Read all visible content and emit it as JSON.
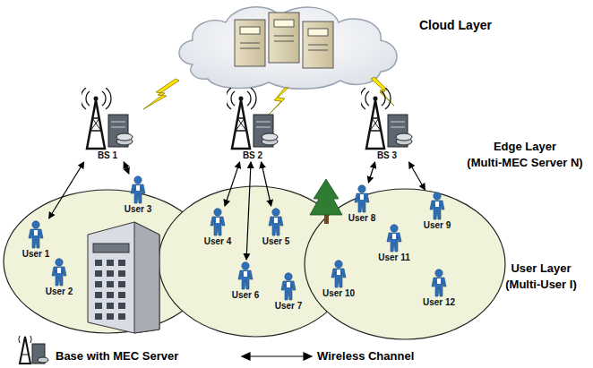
{
  "diagram": {
    "nodes": [
      {
        "text": [
          "BS 1"
        ]
      },
      {
        "text": [
          "BS 2"
        ]
      },
      {
        "text": [
          "BS 3"
        ]
      },
      {
        "text": [
          "User 1"
        ]
      },
      {
        "text": [
          "User 2"
        ]
      },
      {
        "text": [
          "User 3"
        ]
      },
      {
        "text": [
          "User 4"
        ]
      },
      {
        "text": [
          "User 5"
        ]
      },
      {
        "text": [
          "User 6"
        ]
      },
      {
        "text": [
          "User 7"
        ]
      },
      {
        "text": [
          "User 8"
        ]
      },
      {
        "text": [
          "User 9"
        ]
      },
      {
        "text": [
          "User 10"
        ]
      },
      {
        "text": [
          "User 11"
        ]
      },
      {
        "text": [
          "User 12"
        ]
      }
    ],
    "edges": [
      {
        "from": 0,
        "to": 3,
        "arrow": "both"
      },
      {
        "from": 0,
        "to": 5,
        "arrow": "both"
      },
      {
        "from": 1,
        "to": 6,
        "arrow": "both"
      },
      {
        "from": 1,
        "to": 7,
        "arrow": "both"
      },
      {
        "from": 1,
        "to": 8,
        "arrow": "both"
      },
      {
        "from": 2,
        "to": 10,
        "arrow": "both"
      },
      {
        "from": 2,
        "to": 11,
        "arrow": "both"
      }
    ],
    "labels": [
      "Cloud Layer",
      "Edge Layer",
      "(Multi-MEC Server N)",
      "User Layer",
      "(Multi-User I)"
    ],
    "legend": [
      {
        "text": "Base with MEC Server"
      },
      {
        "text": "Wireless Channel"
      }
    ]
  }
}
